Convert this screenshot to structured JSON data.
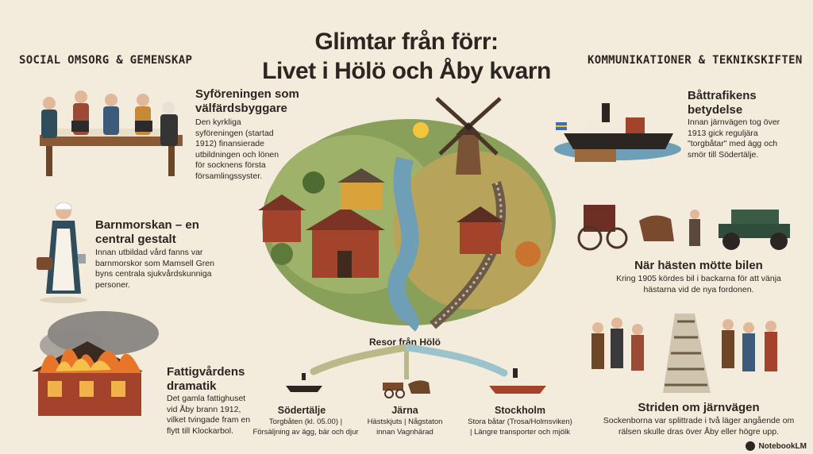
{
  "title": {
    "line1": "Glimtar från förr:",
    "line2": "Livet i Hölö och Åby kvarn"
  },
  "left": {
    "section": "SOCIAL OMSORG & GEMENSKAP",
    "items": [
      {
        "heading": "Syföreningen som välfärdsbyggare",
        "body": "Den kyrkliga syföreningen (startad 1912) finansierade utbildningen och lönen för socknens första församlingssyster."
      },
      {
        "heading": "Barnmorskan – en central gestalt",
        "body": "Innan utbildad vård fanns var barnmorskor som Mamsell Gren byns centrala sjukvårdskunniga personer."
      },
      {
        "heading": "Fattigvårdens dramatik",
        "body": "Det gamla fattighuset vid Åby brann 1912, vilket tvingade fram en flytt till Klockarbol."
      }
    ]
  },
  "right": {
    "section": "KOMMUNIKATIONER & TEKNIKSKIFTEN",
    "items": [
      {
        "heading": "Båttrafikens betydelse",
        "body": "Innan järnvägen tog över 1913 gick reguljära \"torgbåtar\" med ägg och smör till Södertälje."
      },
      {
        "heading": "När hästen mötte bilen",
        "body": "Kring 1905 kördes bil i backarna för att vänja hästarna vid de nya fordonen."
      },
      {
        "heading": "Striden om järnvägen",
        "body": "Sockenborna var splittrade i två läger angående om rälsen skulle dras över Åby eller högre upp."
      }
    ]
  },
  "travel": {
    "title": "Resor från Hölö",
    "destinations": [
      {
        "name": "Södertälje",
        "line1": "Torgbåten (kl. 05.00) |",
        "line2": "Försäljning av ägg, bär och djur"
      },
      {
        "name": "Järna",
        "line1": "Hästskjuts | Någstaton",
        "line2": "innan Vagnhärad"
      },
      {
        "name": "Stockholm",
        "line1": "Stora båtar (Trosa/Holmsviken)",
        "line2": "| Längre transporter och mjölk"
      }
    ]
  },
  "badge": "NotebookLM",
  "colors": {
    "background": "#f3ecdc",
    "text": "#2b2621",
    "barn_red": "#a4432c",
    "grass": "#7a8f45",
    "water": "#6f9fb6",
    "fire": "#e8762a"
  },
  "icons": [
    "sewing-group-illustration",
    "midwife-illustration",
    "burning-house-illustration",
    "village-landscape-illustration",
    "windmill-icon",
    "sun-icon",
    "steamboat-icon",
    "carriage-car-illustration",
    "railway-debate-illustration",
    "horse-cart-icon",
    "ship-icon"
  ]
}
